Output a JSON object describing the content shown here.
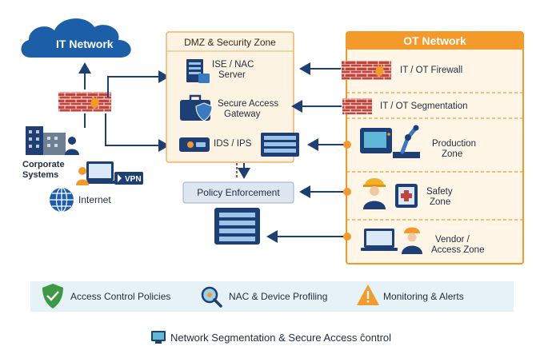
{
  "it_network": {
    "title": "IT Network"
  },
  "corporate": {
    "label_line1": "Corporate",
    "label_line2": "Systems"
  },
  "internet": {
    "label": "Internet",
    "vpn_label": "VPN"
  },
  "dmz": {
    "title": "DMZ & Security Zone",
    "ise_nac": {
      "line1": "ISE / NAC",
      "line2": "Server"
    },
    "secure_gateway": {
      "line1": "Secure Access",
      "line2": "Gateway"
    },
    "ids_ips": {
      "label": "IDS / IPS"
    }
  },
  "policy": {
    "label": "Policy Enforcement"
  },
  "ot_network": {
    "title": "OT Network",
    "firewall": {
      "label": "IT / OT Firewall"
    },
    "segmentation": {
      "label": "IT / OT Segmentation"
    },
    "production": {
      "line1": "Production",
      "line2": "Zone"
    },
    "safety": {
      "line1": "Safety",
      "line2": "Zone"
    },
    "vendor": {
      "line1": "Vendor /",
      "line2": "Access Zone"
    }
  },
  "legend": {
    "access_control": "Access Control Policies",
    "nac_profiling": "NAC & Device Profiling",
    "monitoring": "Monitoring & Alerts"
  },
  "footer": {
    "title": "Network Segmentation & Secure Access ĉontrol"
  },
  "colors": {
    "ot_orange": "#f39a2b",
    "dmz_border": "#f3b266",
    "navy": "#1e3f73",
    "firewall_red": "#c0443a",
    "cloud_blue": "#1c5fa8"
  }
}
